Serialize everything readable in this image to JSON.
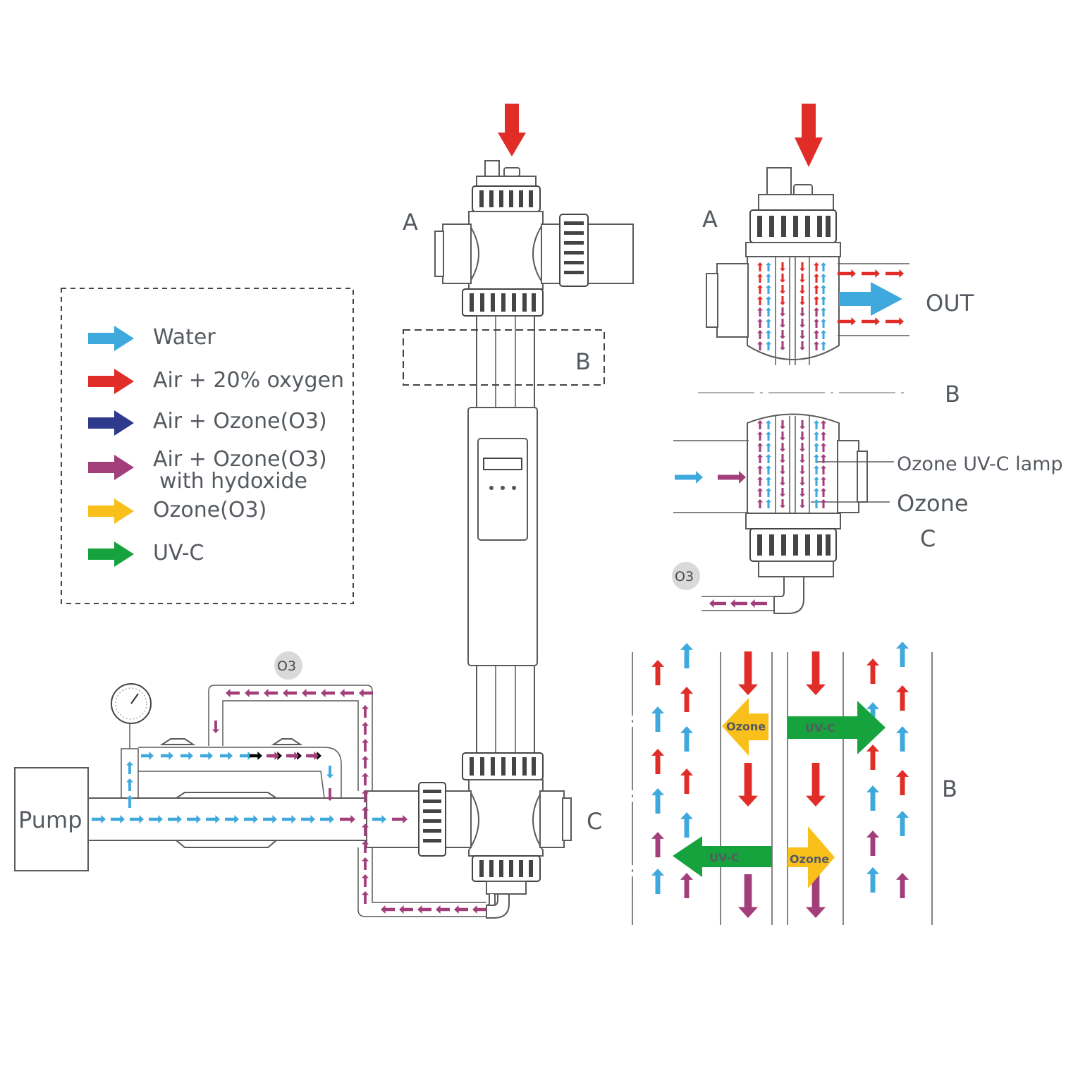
{
  "colors": {
    "water": "#3fa9dd",
    "air_oxygen": "#e02d27",
    "air_ozone": "#2e3a8c",
    "air_ozone_hydroxide": "#a23f7a",
    "ozone": "#f9c01c",
    "uvc": "#16a33e"
  },
  "legend": {
    "items": [
      {
        "label": "Water",
        "color_key": "water"
      },
      {
        "label": "Air + 20% oxygen",
        "color_key": "air_oxygen"
      },
      {
        "label": "Air + Ozone(O3)",
        "color_key": "air_ozone"
      },
      {
        "label": "Air + Ozone(O3)",
        "label_line2": "with hydoxide",
        "color_key": "air_ozone_hydroxide"
      },
      {
        "label": "Ozone(O3)",
        "color_key": "ozone"
      },
      {
        "label": "UV-C",
        "color_key": "uvc"
      }
    ]
  },
  "labels": {
    "pump": "Pump",
    "a_main": "A",
    "b_main": "B",
    "c_main": "C",
    "a_detail": "A",
    "out": "OUT",
    "b_detail": "B",
    "c_detail": "C",
    "ozone_uvc_lamp": "Ozone UV-C lamp",
    "ozone": "Ozone",
    "o3_badge_pipe": "O3",
    "o3_badge_detail": "O3",
    "b_zoom": "B",
    "zoom_ozone_1": "Ozone",
    "zoom_uvc_1": "UV-C",
    "zoom_uvc_2": "UV-C",
    "zoom_ozone_2": "Ozone"
  }
}
